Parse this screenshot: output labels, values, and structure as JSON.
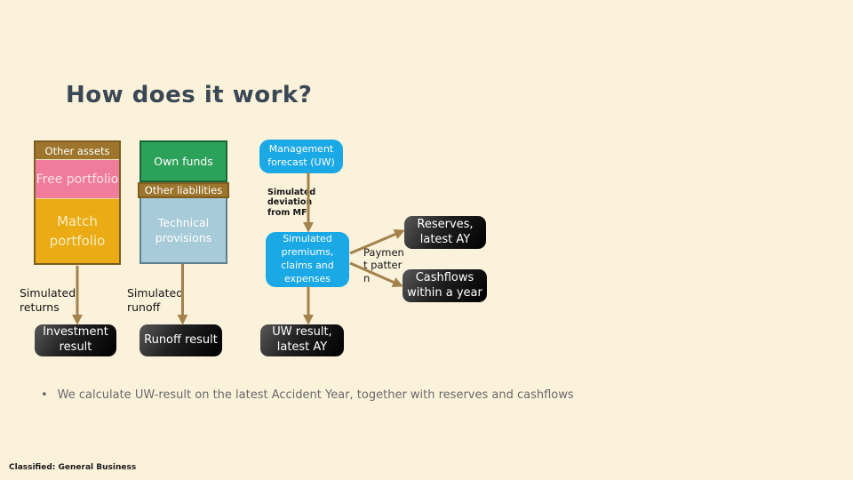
{
  "title": "How does it work?",
  "diagram": {
    "assets_column": {
      "header": "Other assets",
      "free_portfolio": "Free portfolio",
      "match_portfolio": "Match portfolio"
    },
    "liabilities_column": {
      "own_funds": "Own funds",
      "header": "Other liabilities",
      "technical_provisions": "Technical provisions"
    },
    "boxes": {
      "management_forecast": "Management forecast (UW)",
      "simulated_premiums": "Simulated premiums, claims and expenses",
      "reserves": "Reserves, latest AY",
      "cashflows": "Cashflows within a year",
      "investment_result": "Investment result",
      "runoff_result": "Runoff result",
      "uw_result": "UW result, latest AY"
    },
    "labels": {
      "simulated_deviation": "Simulated deviation from MF",
      "payment_pattern": "Payment pattern",
      "simulated_returns": "Simulated returns",
      "simulated_runoff": "Simulated runoff"
    }
  },
  "bullet": {
    "marker": "•",
    "text": "We calculate UW-result on the latest Accident Year, together with reserves and cashflows"
  },
  "footer": "Classified: General Business",
  "colors": {
    "background": "#FBF2DB",
    "title_text": "#3A4754",
    "brown_header": "#9D752D",
    "column_border": "#7E5E20",
    "pink_box": "#F07C9C",
    "amber_box": "#EAAB14",
    "green_box": "#2CA159",
    "green_border": "#17663A",
    "slate_header": "#8BA3B6",
    "light_blue_box": "#A8CBD9",
    "light_blue_border": "#5F7F90",
    "cyan_box": "#1BA9E6",
    "arrow": "#A3824C",
    "bullet_text": "#696969"
  }
}
